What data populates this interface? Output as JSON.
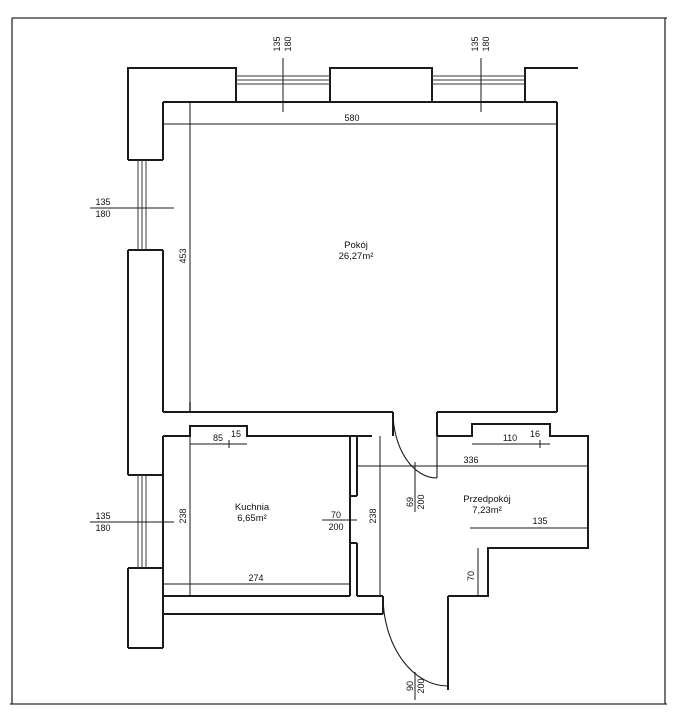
{
  "rooms": {
    "pokoj": {
      "name": "Pokój",
      "area": "26,27m²"
    },
    "kuchnia": {
      "name": "Kuchnia",
      "area": "6,65m²"
    },
    "przedpokoj": {
      "name": "Przedpokój",
      "area": "7,23m²"
    }
  },
  "dimensions": {
    "pokoj_width": "580",
    "pokoj_height": "453",
    "kuchnia_width": "274",
    "kuchnia_height": "238",
    "kuchnia_niche_a": "85",
    "kuchnia_niche_b": "15",
    "przedpokoj_width": "336",
    "przedpokoj_height": "238",
    "przedpokoj_niche_a": "110",
    "przedpokoj_niche_b": "16",
    "przedpokoj_step": "135",
    "przedpokoj_recess": "70"
  },
  "windows": [
    {
      "width": "135",
      "height": "180"
    },
    {
      "width": "135",
      "height": "180"
    },
    {
      "width": "135",
      "height": "180"
    },
    {
      "width": "135",
      "height": "180"
    }
  ],
  "doors": [
    {
      "width": "69",
      "height": "200"
    },
    {
      "width": "70",
      "height": "200"
    },
    {
      "width": "90",
      "height": "200"
    }
  ]
}
